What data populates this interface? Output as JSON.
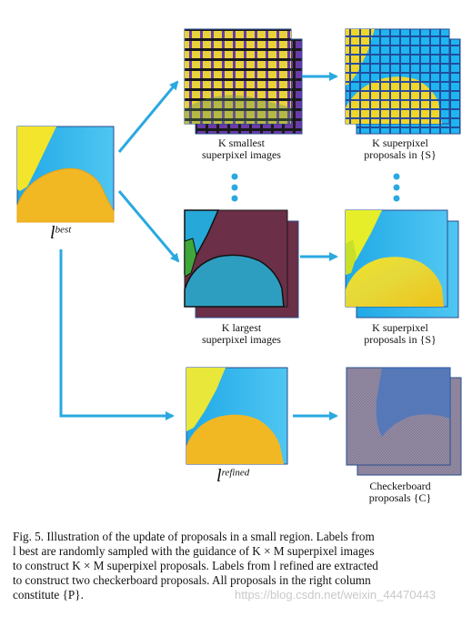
{
  "figure": {
    "labels": {
      "l_best_base": "l",
      "l_best_sup": "best",
      "l_refined_base": "l",
      "l_refined_sup": "refined",
      "k_smallest": [
        "K smallest",
        "superpixel images"
      ],
      "k_largest": [
        "K largest",
        "superpixel images"
      ],
      "k_proposals_top": [
        "K superpixel",
        "proposals in {S}"
      ],
      "k_proposals_mid": [
        "K superpixel",
        "proposals in {S}"
      ],
      "checkerboard": [
        "Checkerboard",
        "proposals {C}"
      ]
    },
    "colors": {
      "arrow": "#29a9e0",
      "dot": "#29a9e0",
      "frame": "#2a4c8c"
    }
  },
  "caption": {
    "lines": [
      "Fig. 5.   Illustration of the update of proposals in a small region. Labels from",
      "l best are randomly sampled with the guidance of K × M superpixel images",
      "to construct K × M superpixel proposals. Labels from l refined are extracted",
      "to construct two checkerboard proposals. All proposals in the right column",
      "constitute {P}."
    ]
  },
  "watermark": "https://blog.csdn.net/weixin_44470443"
}
